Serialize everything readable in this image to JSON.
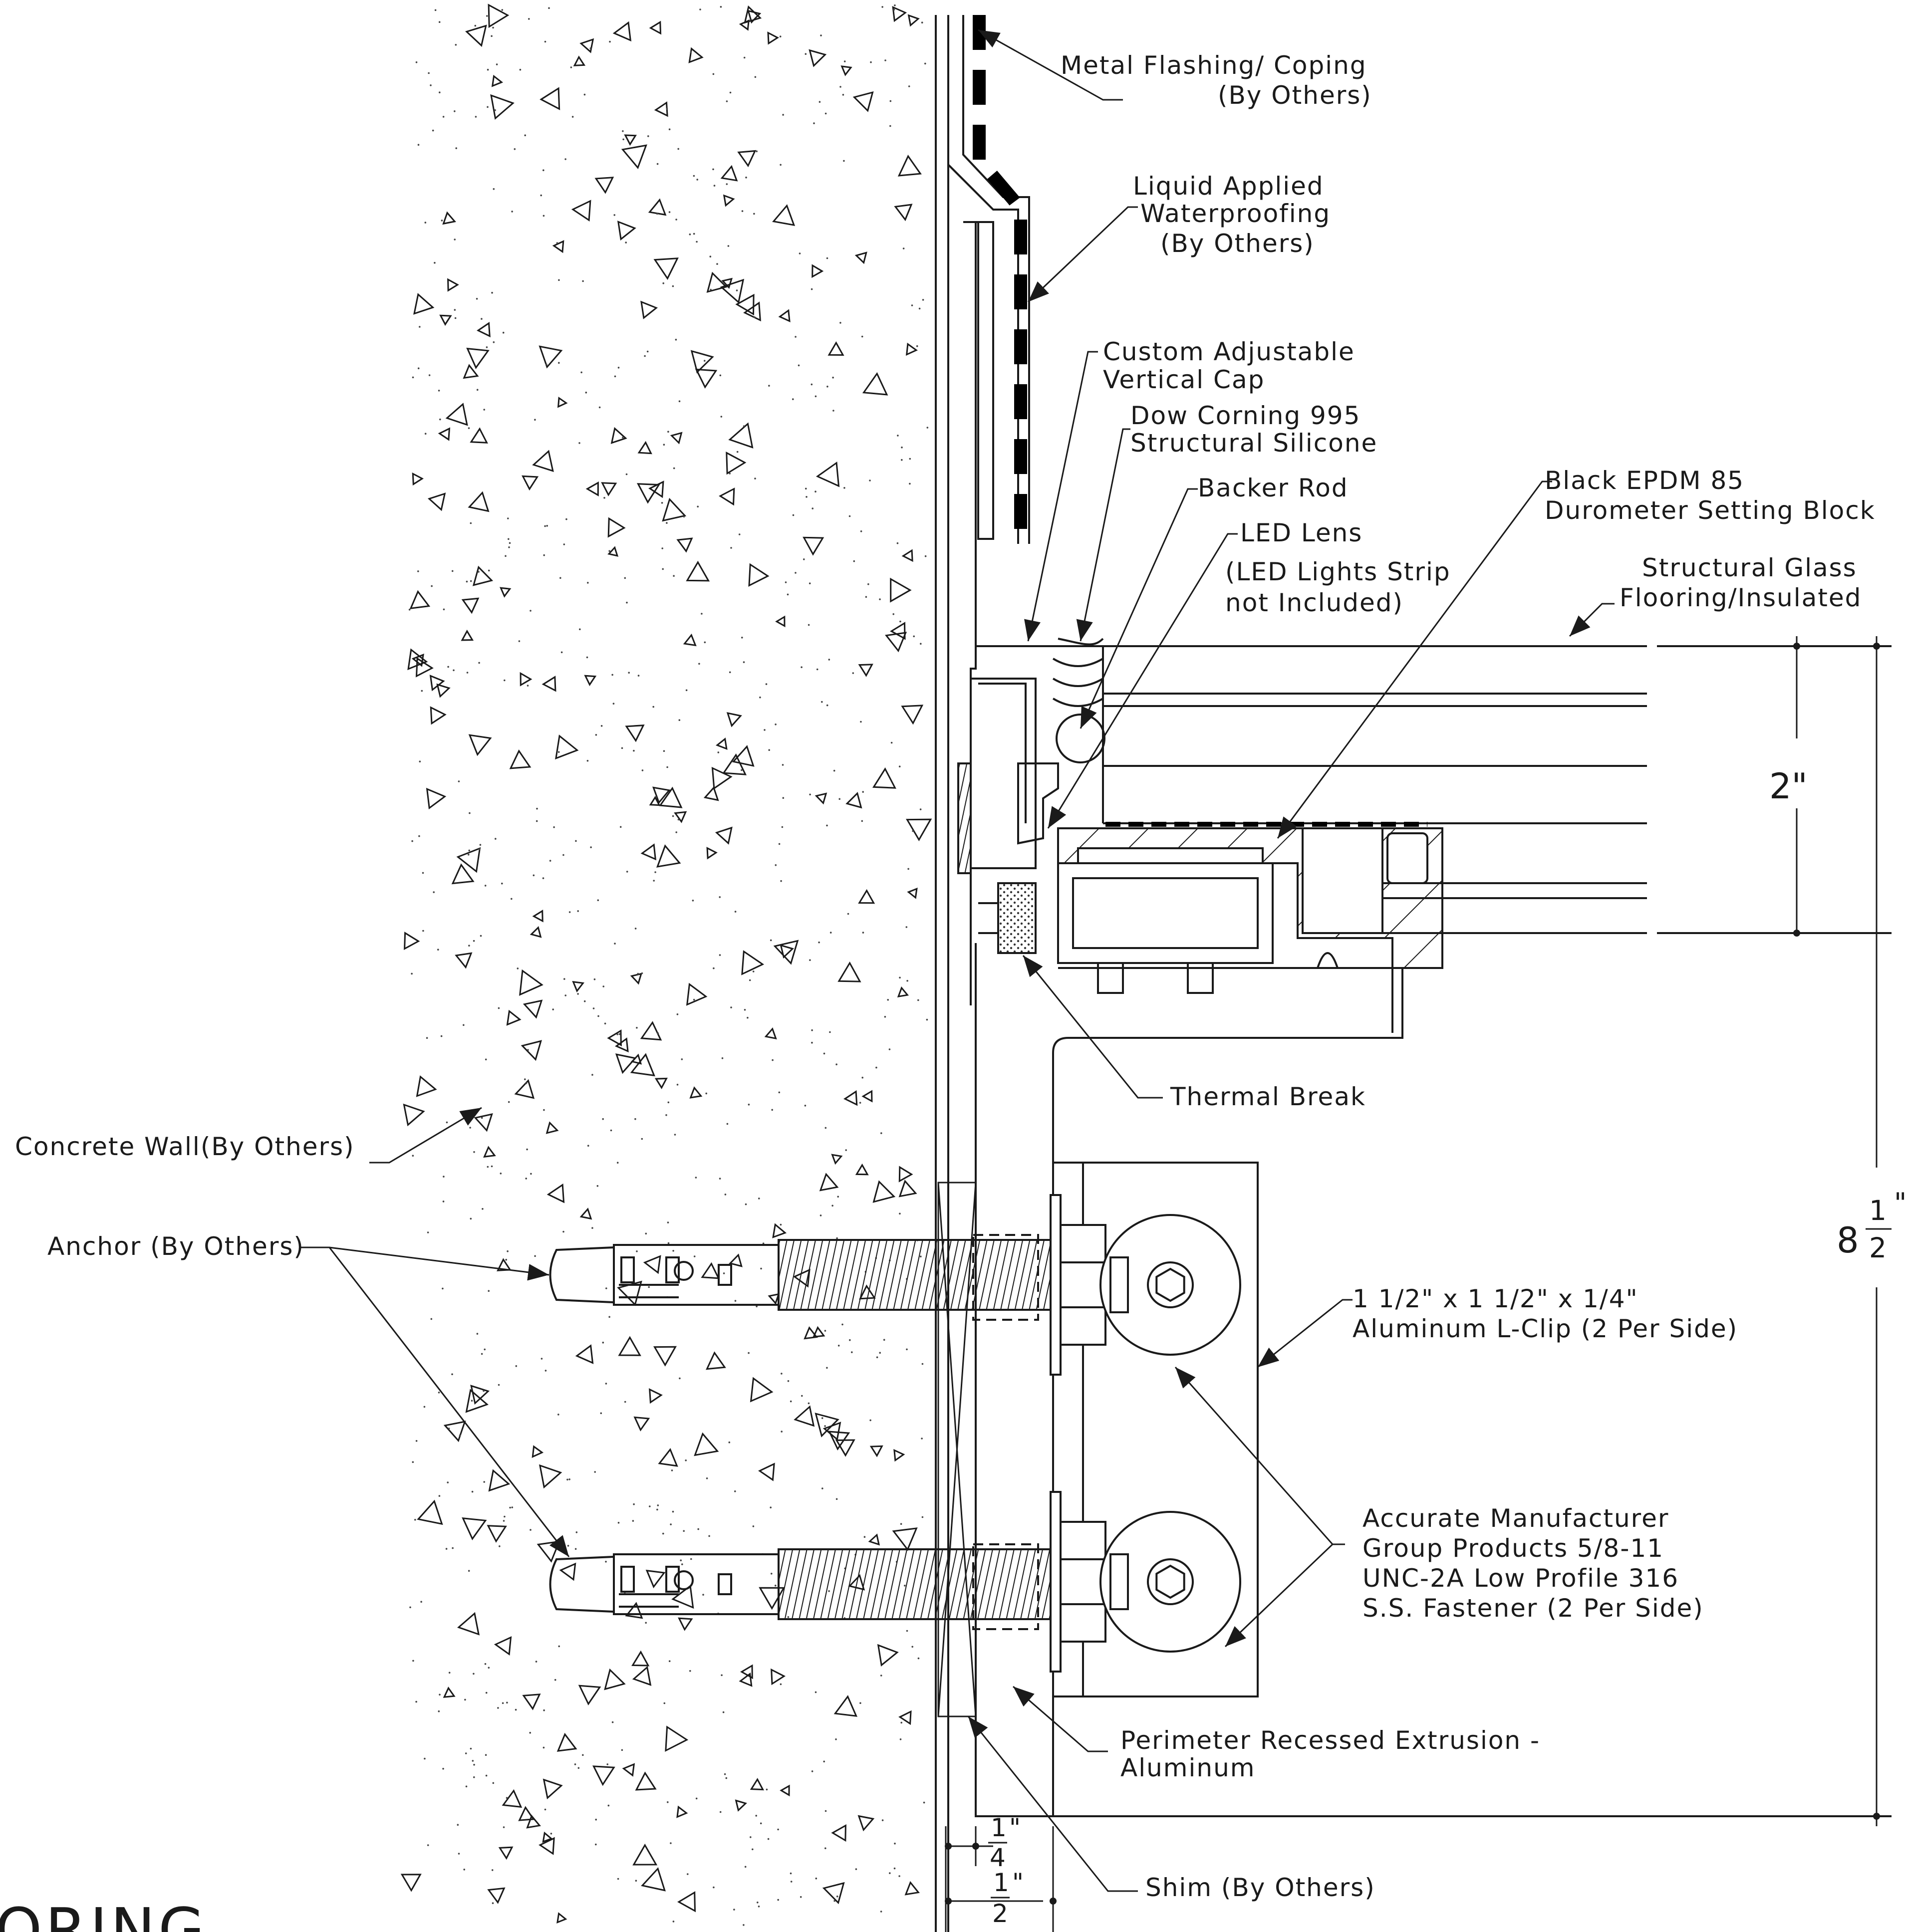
{
  "callouts": {
    "metal_flashing": [
      "Metal Flashing/ Coping",
      "(By Others)"
    ],
    "liquid_waterproofing": [
      "Liquid Applied",
      "Waterproofing",
      "(By Others)"
    ],
    "vertical_cap": [
      "Custom Adjustable",
      "Vertical Cap"
    ],
    "structural_silicone": [
      "Dow Corning 995",
      "Structural Silicone"
    ],
    "backer_rod": [
      "Backer Rod"
    ],
    "led_lens": [
      "LED Lens",
      "(LED Lights Strip",
      "not Included)"
    ],
    "setting_block": [
      "Black EPDM 85",
      "Durometer Setting Block"
    ],
    "structural_glass": [
      "Structural Glass",
      "Flooring/Insulated"
    ],
    "thermal_break": [
      "Thermal Break"
    ],
    "concrete_wall": [
      "Concrete Wall(By Others)"
    ],
    "anchor": [
      "Anchor (By Others)"
    ],
    "l_clip": [
      "1 1/2\" x 1 1/2\" x 1/4\"",
      "Aluminum L-Clip (2 Per Side)"
    ],
    "fastener": [
      "Accurate Manufacturer",
      "Group Products 5/8-11",
      "UNC-2A Low Profile 316",
      "S.S. Fastener (2 Per Side)"
    ],
    "extrusion": [
      "Perimeter Recessed Extrusion -",
      "Aluminum"
    ],
    "shim": [
      "Shim (By Others)"
    ]
  },
  "dimensions": {
    "glass_thickness": "2\"",
    "overall_height_whole": "8",
    "overall_height_num": "1",
    "overall_height_den": "2",
    "overall_height_unit": "\"",
    "shim_num": "1",
    "shim_den": "4",
    "shim_unit": "\"",
    "flange_num": "1",
    "flange_den": "2",
    "flange_unit": "\""
  },
  "title_fragment": "ORING"
}
